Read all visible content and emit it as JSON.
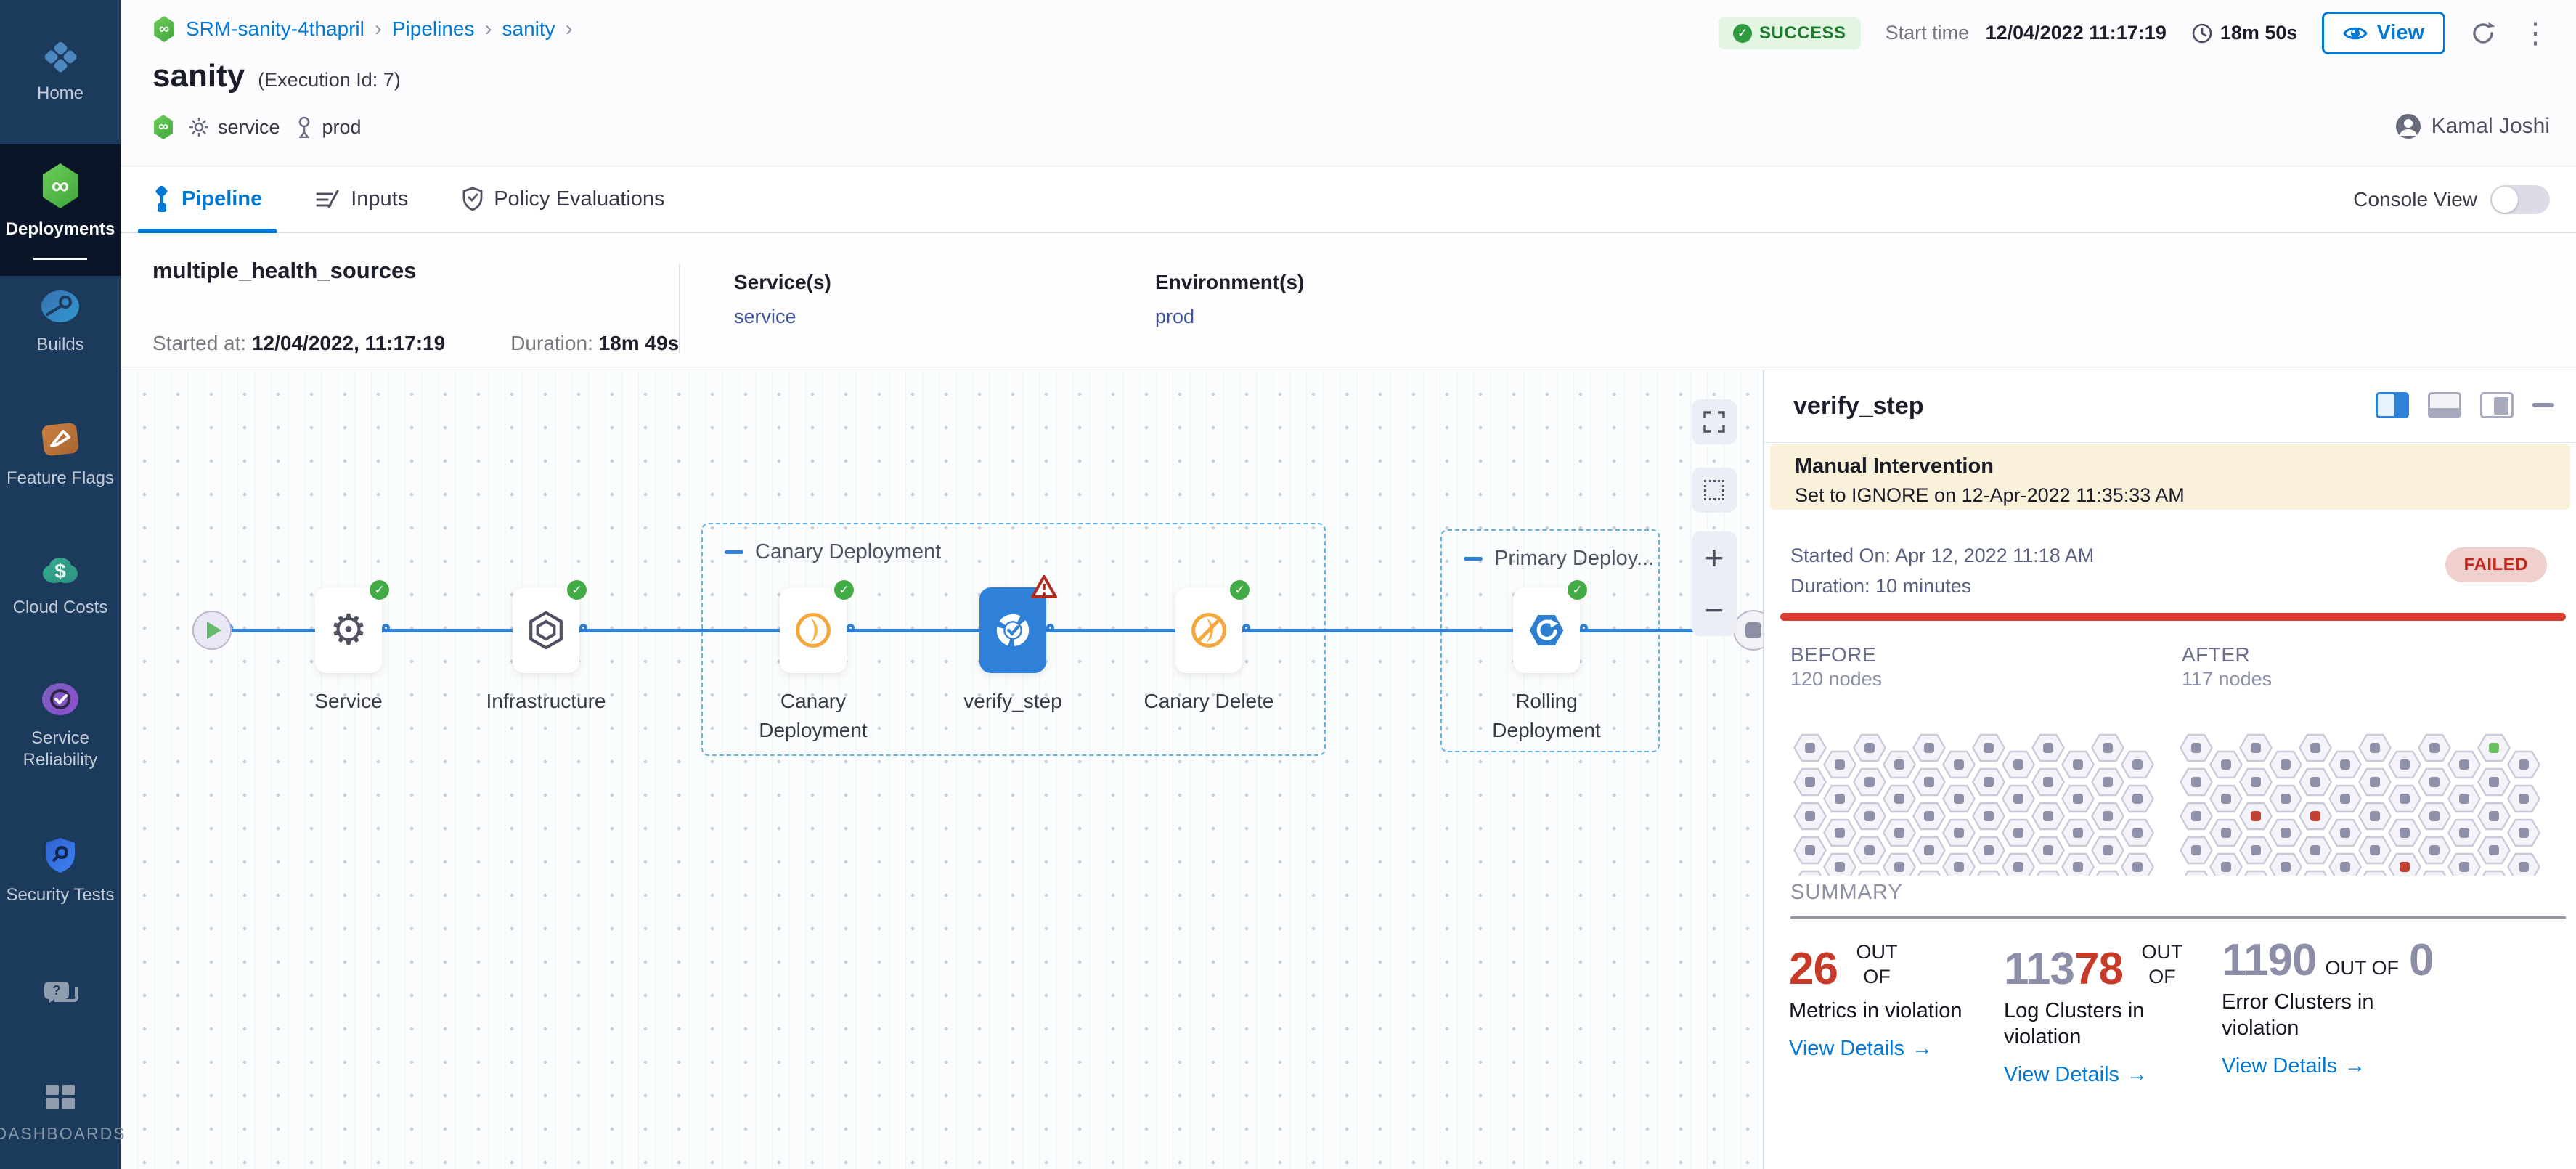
{
  "colors": {
    "accent": "#0278d5",
    "success_green": "#42ab45",
    "failed_red": "#da3c30",
    "violation_red": "#c63a29",
    "muted_number": "#8b8ea6",
    "banner_bg": "#faf1da",
    "sidebar_bg": "#1b3a5c"
  },
  "sidebar": {
    "items": [
      {
        "label": "Home"
      },
      {
        "label": "Deployments"
      },
      {
        "label": "Builds"
      },
      {
        "label": "Feature Flags"
      },
      {
        "label": "Cloud Costs"
      },
      {
        "label": "Service Reliability"
      },
      {
        "label": "Security Tests"
      }
    ],
    "dashboards_label": "DASHBOARDS"
  },
  "header": {
    "breadcrumb": {
      "items": [
        "SRM-sanity-4thapril",
        "Pipelines",
        "sanity"
      ],
      "separator": "›"
    },
    "status": "SUCCESS",
    "start_time_label": "Start time",
    "start_time": "12/04/2022 11:17:19",
    "elapsed": "18m 50s",
    "view_button": "View",
    "title": "sanity",
    "execution_id": "(Execution Id: 7)",
    "service_tag": "service",
    "env_tag": "prod",
    "user": "Kamal Joshi"
  },
  "tabs": {
    "pipeline": "Pipeline",
    "inputs": "Inputs",
    "policy": "Policy Evaluations",
    "console_view": "Console View"
  },
  "stage": {
    "name": "multiple_health_sources",
    "started_label": "Started at:",
    "started": "12/04/2022, 11:17:19",
    "duration_label": "Duration:",
    "duration": "18m 49s",
    "services_label": "Service(s)",
    "services_value": "service",
    "environments_label": "Environment(s)",
    "environments_value": "prod"
  },
  "pipeline": {
    "groups": {
      "canary": "Canary Deployment",
      "primary": "Primary Deploy..."
    },
    "nodes": {
      "service": "Service",
      "infrastructure": "Infrastructure",
      "canary_deployment": "Canary Deployment",
      "verify": "verify_step",
      "canary_delete": "Canary Delete",
      "rolling": "Rolling Deployment"
    }
  },
  "panel": {
    "title": "verify_step",
    "banner_title": "Manual Intervention",
    "banner_text": "Set to IGNORE on 12-Apr-2022 11:35:33 AM",
    "started_on": "Started On: Apr 12, 2022 11:18 AM",
    "duration": "Duration: 10 minutes",
    "status": "FAILED",
    "before_label": "BEFORE",
    "before_nodes": "120 nodes",
    "after_label": "AFTER",
    "after_nodes": "117 nodes",
    "summary_label": "SUMMARY",
    "cards": [
      {
        "value": "26",
        "out_of": "OUT OF",
        "desc": "Metrics in violation",
        "link": "View Details"
      },
      {
        "prefix": "113",
        "value": "78",
        "out_of": "OUT OF",
        "desc": "Log Clusters in violation",
        "link": "View Details"
      },
      {
        "value": "1190",
        "out_of": "OUT OF",
        "total": "0",
        "desc": "Error Clusters in violation",
        "link": "View Details"
      }
    ],
    "grids": {
      "cols": 12,
      "rows": 5,
      "before_special": [],
      "after_special": [
        {
          "c": 2,
          "r": 2,
          "color": "#c23f33"
        },
        {
          "c": 4,
          "r": 2,
          "color": "#c23f33"
        },
        {
          "c": 7,
          "r": 3,
          "color": "#c23f33"
        },
        {
          "c": 10,
          "r": 0,
          "color": "#6abf5e"
        }
      ]
    }
  }
}
